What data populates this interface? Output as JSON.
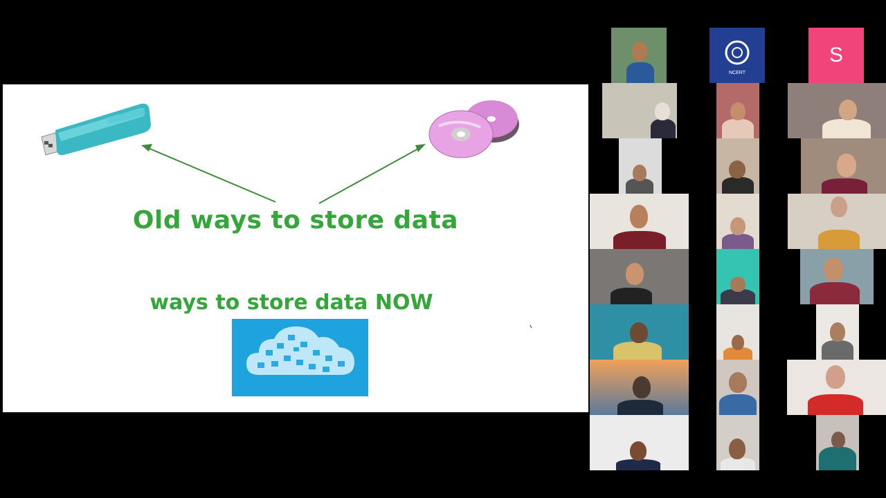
{
  "slide": {
    "headline_old": "Old ways to store data",
    "headline_now": "ways to store data NOW",
    "arrow_color": "#3f8a3a",
    "text_color": "#34a63a",
    "images": [
      "usb-flash-drive",
      "cd-discs",
      "cloud-network"
    ]
  },
  "gallery": {
    "avatar_letter": "S",
    "avatar_color": "#f0447a",
    "logo_caption": "NCERT",
    "participant_count": 24
  }
}
